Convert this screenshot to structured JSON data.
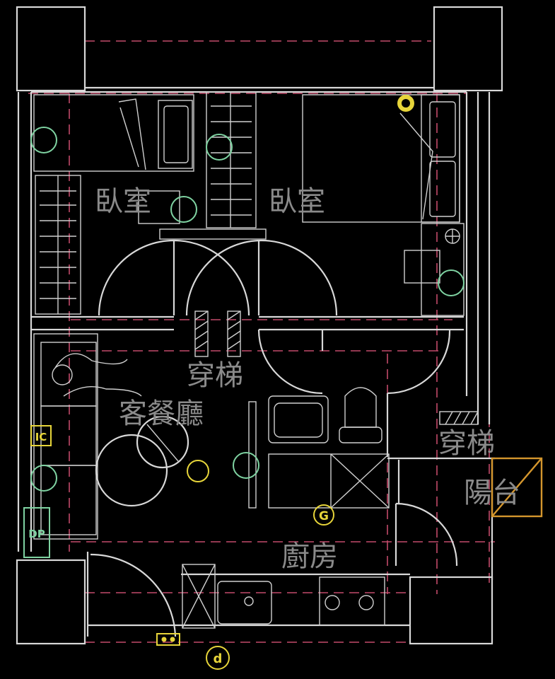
{
  "rooms": {
    "bedroom_left": "臥室",
    "bedroom_right": "臥室",
    "corridor_1": "穿梯",
    "living_dining": "客餐廳",
    "corridor_2": "穿梯",
    "balcony": "陽台",
    "kitchen": "廚房"
  },
  "symbols": {
    "ic": "IC",
    "dp": "DP",
    "g": "G",
    "d": "d"
  },
  "colors": {
    "wall": "#d8d8d8",
    "grid": "#c24a6a",
    "green_marker": "#7fd3a2",
    "yellow_marker": "#e7d53a",
    "orange_box": "#d4962d"
  }
}
